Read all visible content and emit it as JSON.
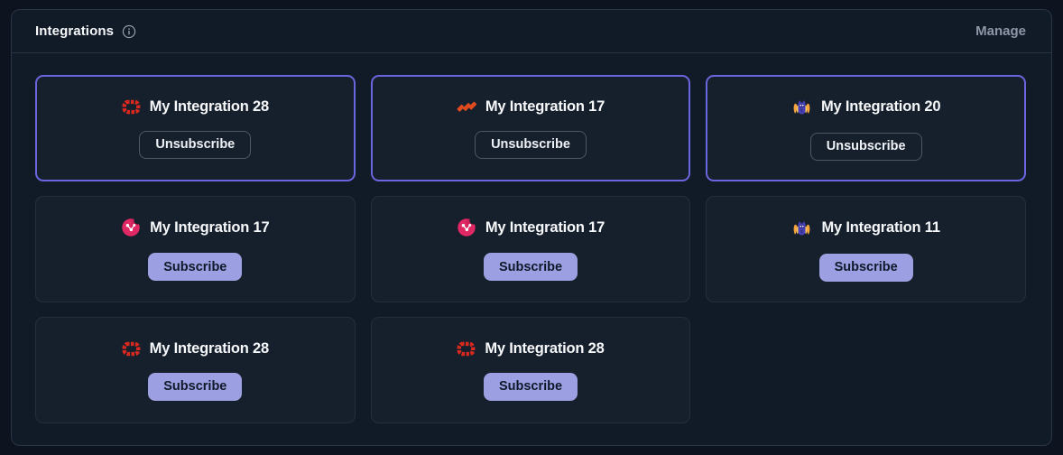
{
  "header": {
    "title": "Integrations",
    "info_icon": "info-icon",
    "manage_label": "Manage"
  },
  "cards": [
    {
      "title": "My Integration 28",
      "icon": "red-blocks",
      "action": "Unsubscribe",
      "subscribed": true
    },
    {
      "title": "My Integration 17",
      "icon": "orange-stripes",
      "action": "Unsubscribe",
      "subscribed": true
    },
    {
      "title": "My Integration 20",
      "icon": "purple-mascot",
      "action": "Unsubscribe",
      "subscribed": true
    },
    {
      "title": "My Integration 17",
      "icon": "pink-molecule",
      "action": "Subscribe",
      "subscribed": false
    },
    {
      "title": "My Integration 17",
      "icon": "pink-molecule",
      "action": "Subscribe",
      "subscribed": false
    },
    {
      "title": "My Integration 11",
      "icon": "purple-mascot",
      "action": "Subscribe",
      "subscribed": false
    },
    {
      "title": "My Integration 28",
      "icon": "red-blocks",
      "action": "Subscribe",
      "subscribed": false
    },
    {
      "title": "My Integration 28",
      "icon": "red-blocks",
      "action": "Subscribe",
      "subscribed": false
    }
  ],
  "icon_names": [
    "red-blocks-icon",
    "orange-stripes-icon",
    "purple-mascot-icon",
    "pink-molecule-icon",
    "info-icon"
  ],
  "colors": {
    "page-bg": "#0d1420",
    "panel-bg": "#111a27",
    "panel-border": "#293445",
    "card-bg": "#16202d",
    "card-border": "#232e3e",
    "subscribed-border": "#6a66dd",
    "title-text": "#f7f8fa",
    "muted-text": "#8e97a8",
    "subscribe-btn-bg": "#9ca0e2",
    "subscribe-btn-text": "#10192a",
    "unsubscribe-btn-border": "#4a5768",
    "red-icon": "#d9291f",
    "orange-icon": "#e04a1e",
    "pink-icon": "#e02864",
    "mascot-purple": "#4840b8",
    "mascot-orange": "#f6a33c"
  }
}
